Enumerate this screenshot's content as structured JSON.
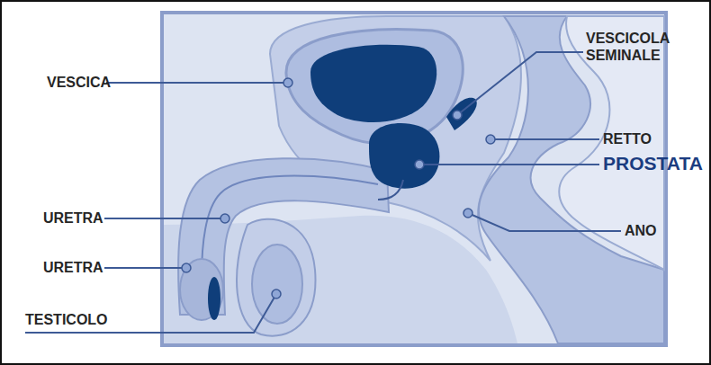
{
  "diagram": {
    "labels": [
      "VESCICA",
      "VESCICOLA SEMINALE",
      "RETTO",
      "PROSTATA",
      "URETRA",
      "ANO",
      "URETRA",
      "TESTICOLO"
    ]
  }
}
